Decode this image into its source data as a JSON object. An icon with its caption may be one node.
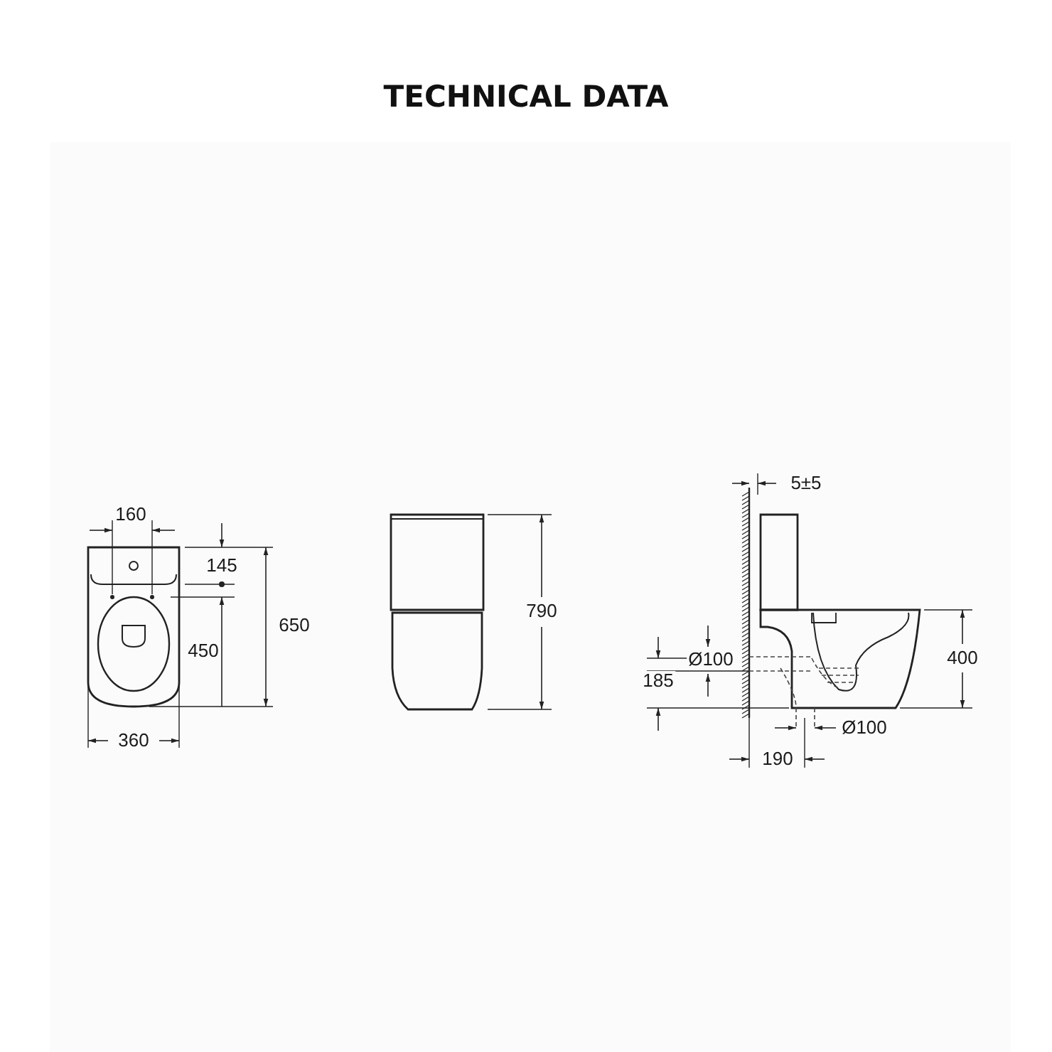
{
  "diagram": {
    "title": "TECHNICAL DATA",
    "labels": [
      "160",
      "145",
      "650",
      "450",
      "360",
      "790",
      "5±5",
      "Ø100",
      "400",
      "185",
      "Ø100",
      "190"
    ]
  }
}
